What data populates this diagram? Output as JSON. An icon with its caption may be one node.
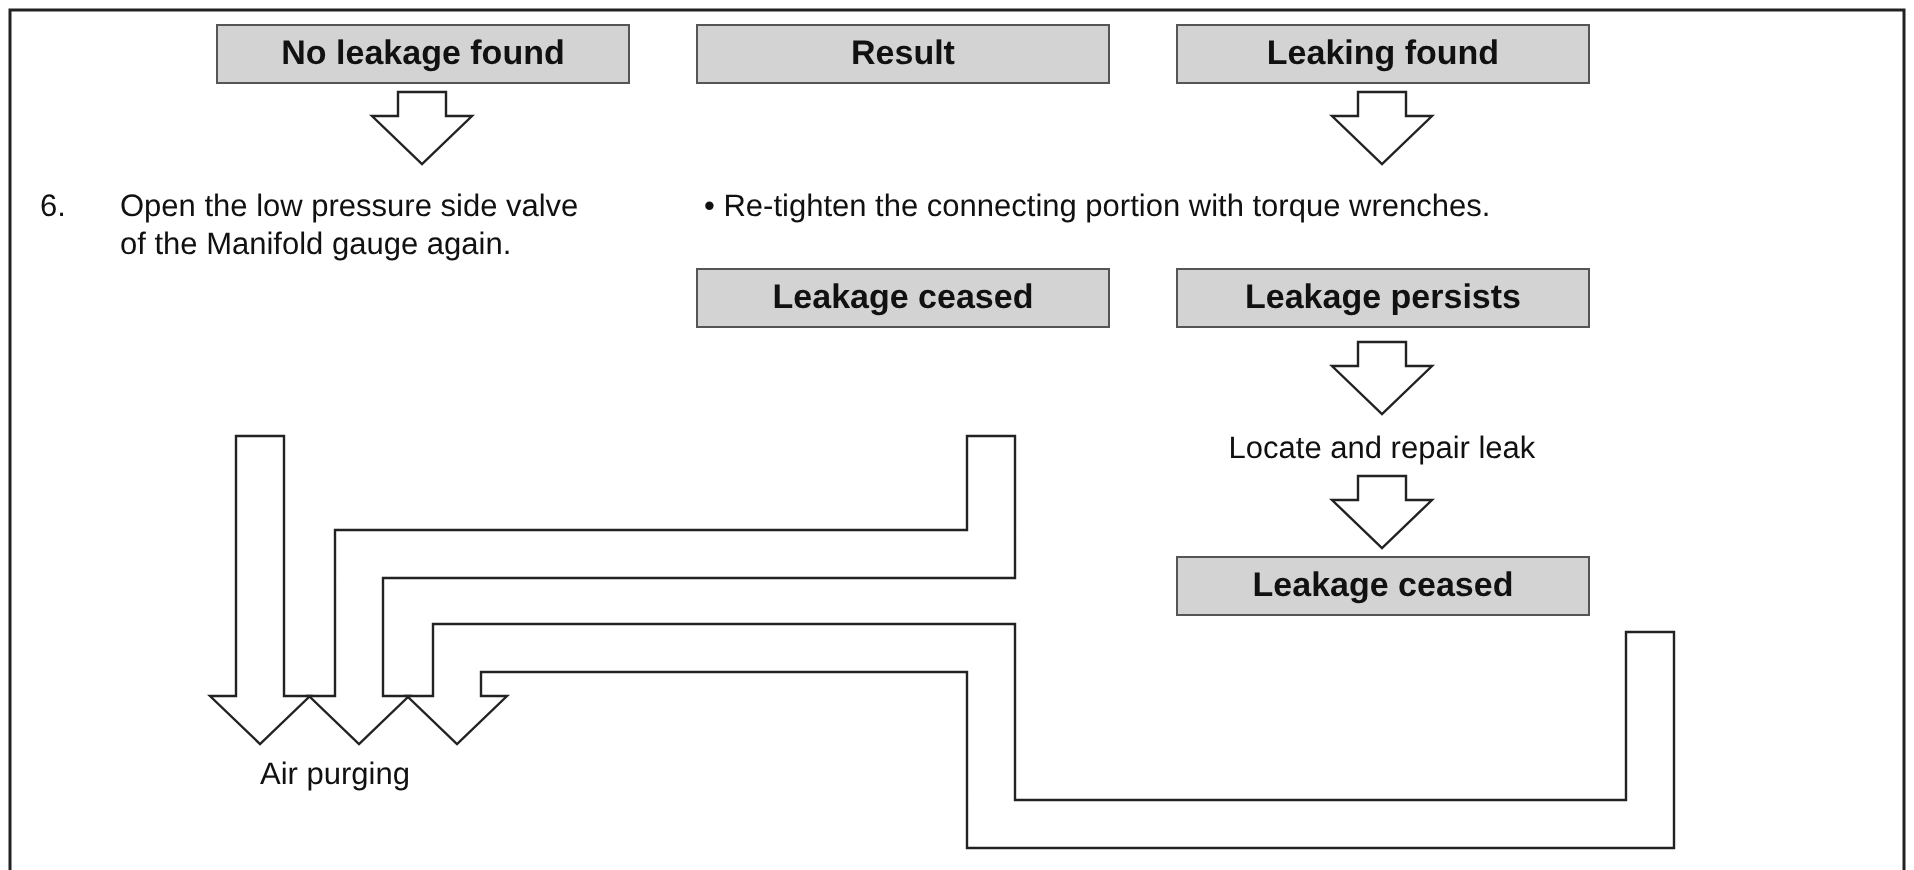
{
  "diagram": {
    "nodes": [
      {
        "text": [
          "No leakage found"
        ]
      },
      {
        "text": [
          "Result"
        ]
      },
      {
        "text": [
          "Leaking found"
        ]
      },
      {
        "text": [
          "6.",
          "Open the low pressure side valve of the Manifold gauge again."
        ]
      },
      {
        "text": [
          "• Re-tighten the connecting portion with torque wrenches."
        ]
      },
      {
        "text": [
          "Leakage ceased"
        ]
      },
      {
        "text": [
          "Leakage persists"
        ]
      },
      {
        "text": [
          "Locate and repair leak"
        ]
      },
      {
        "text": [
          "Leakage ceased"
        ]
      },
      {
        "text": [
          "Air purging"
        ]
      }
    ],
    "edges": [
      {
        "from": 0,
        "to": 3,
        "arrow": "to"
      },
      {
        "from": 2,
        "to": 4,
        "arrow": "to"
      },
      {
        "from": 6,
        "to": 7,
        "arrow": "to"
      },
      {
        "from": 7,
        "to": 8,
        "arrow": "to"
      },
      {
        "from": 3,
        "to": 9,
        "arrow": "to"
      },
      {
        "from": 5,
        "to": 9,
        "arrow": "to"
      },
      {
        "from": 8,
        "to": 9,
        "arrow": "to"
      }
    ]
  }
}
